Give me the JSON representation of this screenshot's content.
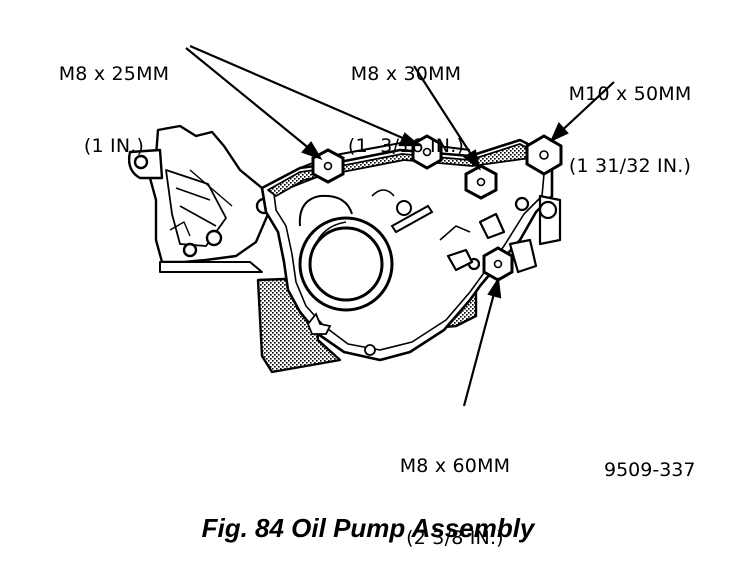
{
  "callouts": {
    "bolt_m8_25": {
      "size": "M8 x 25MM",
      "inch": "(1 IN.)"
    },
    "bolt_m8_30": {
      "size": "M8 x 30MM",
      "inch": "(1  3/16 IN.)"
    },
    "bolt_m10_50": {
      "size": "M10 x 50MM",
      "inch": "(1 31/32 IN.)"
    },
    "bolt_m8_60": {
      "size": "M8 x 60MM",
      "inch": "(2 3/8 IN.)"
    }
  },
  "figure_id": "9509-337",
  "caption": "Fig. 84 Oil Pump Assembly",
  "colors": {
    "ink": "#000000",
    "paper": "#ffffff",
    "shade": "#8c8c8c"
  }
}
